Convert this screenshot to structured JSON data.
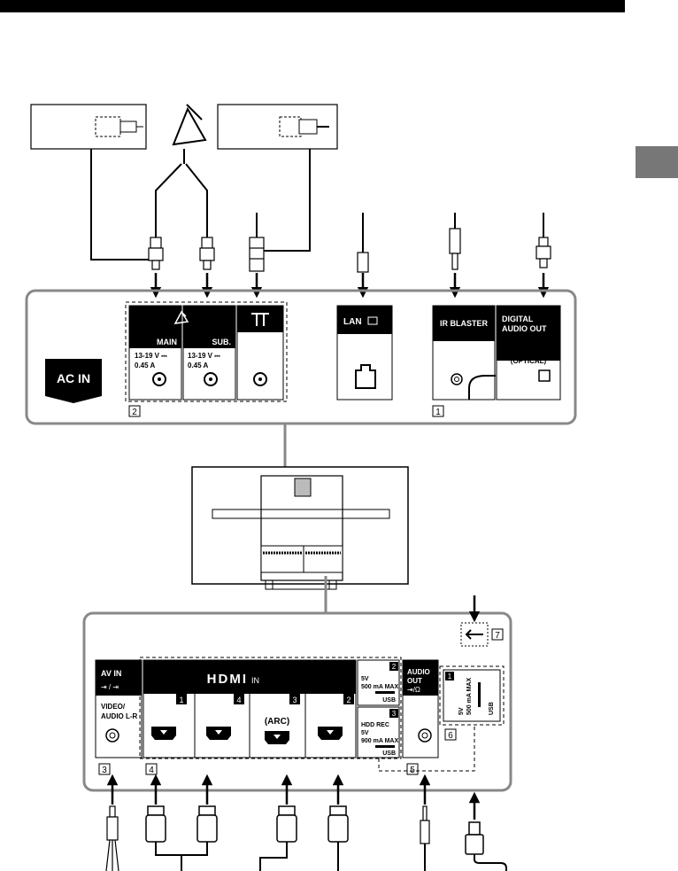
{
  "header": {
    "bar_color": "#000000",
    "tab_color": "#777777"
  },
  "upper_panel": {
    "ac_in": "AC IN",
    "antenna": {
      "main": "MAIN",
      "sub": "SUB.",
      "voltage": "13-19 V ⎓",
      "current": "0.45 A",
      "callout": "2"
    },
    "lan": "LAN",
    "ir_blaster": "IR BLASTER",
    "digital_audio": {
      "line1": "DIGITAL",
      "line2": "AUDIO OUT",
      "optical": "(OPTICAL)"
    },
    "callout": "1"
  },
  "lower_panel": {
    "av_in": {
      "title": "AV IN",
      "line1": "VIDEO/",
      "line2": "AUDIO L-R",
      "callout": "3"
    },
    "hdmi": {
      "logo": "HDMI",
      "suffix": "IN",
      "arc": "(ARC)",
      "ports": [
        "1",
        "4",
        "3",
        "2"
      ],
      "callout": "4"
    },
    "usb2": {
      "number": "2",
      "volt": "5V",
      "rating": "500 mA MAX",
      "label": "USB"
    },
    "usb3": {
      "number": "3",
      "title": "HDD REC",
      "volt": "5V",
      "rating": "900 mA MAX",
      "label": "USB"
    },
    "audio_out": {
      "line1": "AUDIO",
      "line2": "OUT",
      "callout": "5"
    },
    "usb_side": {
      "number": "1",
      "volt": "5V",
      "rating": "500 mA MAX",
      "label": "USB",
      "callout": "6"
    },
    "card_callout": "7"
  }
}
